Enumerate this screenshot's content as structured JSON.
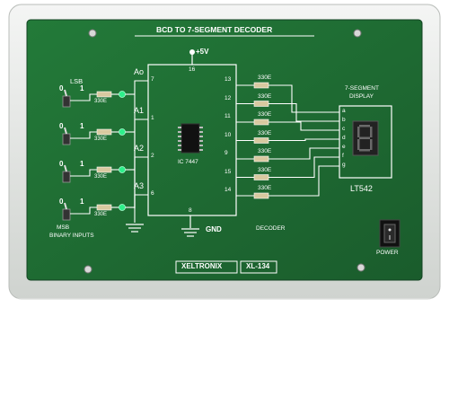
{
  "panel": {
    "title": "BCD TO 7-SEGMENT DECODER",
    "brand": "XELTRONIX",
    "model": "XL-134",
    "colors": {
      "board": "#1f6b33",
      "frame": "#e9ece9",
      "trace": "#ffffff",
      "led": "#2ef08a"
    }
  },
  "inputs": {
    "lsb_label": "LSB",
    "msb_label": "MSB",
    "caption": "BINARY INPUTS",
    "zero": "0",
    "one": "1",
    "resistor": "330E",
    "lines": [
      "Ao",
      "A1",
      "A2",
      "A3"
    ]
  },
  "ic": {
    "name": "IC 7447",
    "vcc": "+5V",
    "gnd": "GND",
    "pin_vcc": "16",
    "pin_gnd": "8",
    "left_pins": [
      "7",
      "1",
      "2",
      "6"
    ],
    "right_pins": [
      "13",
      "12",
      "11",
      "10",
      "9",
      "15",
      "14"
    ]
  },
  "outputs": {
    "resistor": "330E",
    "segments": [
      "a",
      "b",
      "c",
      "d",
      "e",
      "f",
      "g"
    ],
    "decoder_label": "DECODER"
  },
  "display": {
    "title_line1": "7-SEGMENT",
    "title_line2": "DISPLAY",
    "part": "LT542"
  },
  "power": {
    "label": "POWER"
  }
}
